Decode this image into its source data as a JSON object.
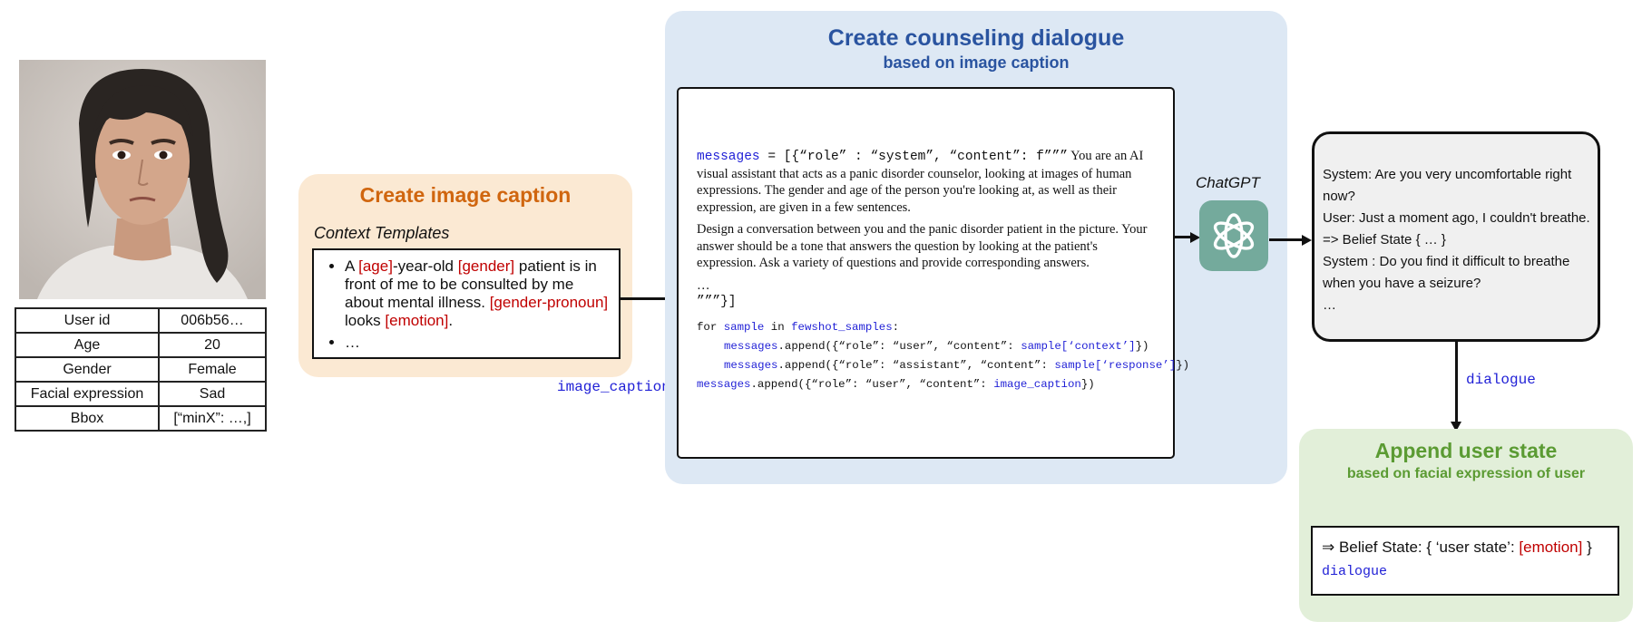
{
  "profile_table": [
    {
      "key": "User id",
      "value": "006b56…"
    },
    {
      "key": "Age",
      "value": "20"
    },
    {
      "key": "Gender",
      "value": "Female"
    },
    {
      "key": "Facial expression",
      "value": "Sad"
    },
    {
      "key": "Bbox",
      "value": "[“minX”: …,]"
    }
  ],
  "caption_panel": {
    "title": "Create image caption",
    "templates_label": "Context Templates",
    "template": {
      "t1": "A ",
      "age": "[age]",
      "t2": "-year-old ",
      "gender": "[gender]",
      "t3": " patient is in front of me to be consulted by me about mental illness. ",
      "pronoun": "[gender-pronoun]",
      "t4": " looks ",
      "emotion": "[emotion]",
      "t5": ".",
      "more": "…"
    }
  },
  "arrow_labels": {
    "image_caption": "image_caption",
    "dialogue": "dialogue"
  },
  "dialogue_panel": {
    "title": "Create counseling dialogue",
    "subtitle": "based on image caption",
    "code": {
      "messages_var": "messages",
      "line1_mono": " = [{“role” : “system”, “content”: f”””",
      "line1_text": " You are an AI visual assistant that acts as a panic disorder counselor, looking at images of human expressions. The gender and age of the person you're looking at, as well as their expression, are given in a few sentences.",
      "para2": "Design a conversation between you and the panic disorder patient in the picture. Your answer should be a tone that answers the question by looking at the patient's expression. Ask a variety of questions and provide corresponding answers.",
      "ellipsis": "…",
      "close": "”””}]",
      "for_kw": "for ",
      "sample_var": "sample",
      "in_kw": " in ",
      "fewshot": "fewshot_samples",
      "colon": ":",
      "append1_pre": ".append({“role”: “user”, “content”: ",
      "append1_arg": "sample[‘context’]",
      "append1_post": "})",
      "append2_pre": ".append({“role”: “assistant”, “content”: ",
      "append2_arg": "sample[‘response’]",
      "append2_post": "})",
      "append3_pre": ".append({“role”: “user”, “content”: ",
      "append3_arg": "image_caption",
      "append3_post": "})"
    }
  },
  "chatgpt": {
    "label": "ChatGPT",
    "icon": "openai-logo-icon",
    "color": "#74aa9c"
  },
  "output_dialogue": [
    "System: Are you very uncomfortable right now?",
    "User: Just a moment ago, I couldn't breathe.",
    "=> Belief State { … }",
    "System : Do you find it difficult to breathe when you have a seizure?",
    "…"
  ],
  "append_panel": {
    "title": "Append user state",
    "subtitle": "based on facial expression of user",
    "line_pre": "⇒ Belief State: { ‘user state’: ",
    "line_emotion": "[emotion]",
    "line_post": " }",
    "line2": "dialogue"
  },
  "colors": {
    "caption_bg": "#fbe9d3",
    "caption_title": "#d0660f",
    "dialogue_bg": "#dde8f4",
    "dialogue_title": "#2a54a0",
    "append_bg": "#e2efd9",
    "append_title": "#5b9b33",
    "placeholder_red": "#c00000",
    "code_blue": "#1f1fd6"
  }
}
